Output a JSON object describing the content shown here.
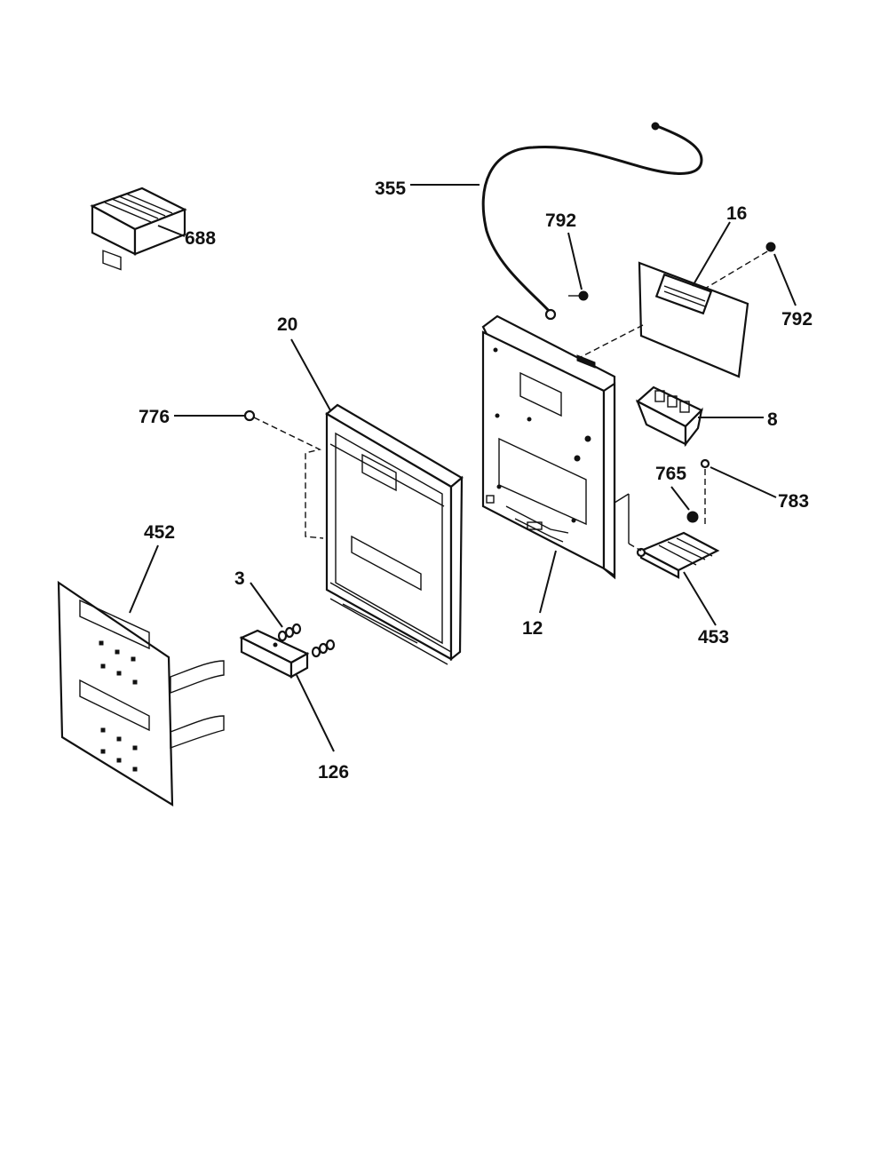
{
  "diagram": {
    "callouts": {
      "p355": "355",
      "p792a": "792",
      "p16": "16",
      "p792b": "792",
      "p688": "688",
      "p20": "20",
      "p776": "776",
      "p8": "8",
      "p765": "765",
      "p783": "783",
      "p452": "452",
      "p3": "3",
      "p12": "12",
      "p453": "453",
      "p126": "126"
    }
  }
}
